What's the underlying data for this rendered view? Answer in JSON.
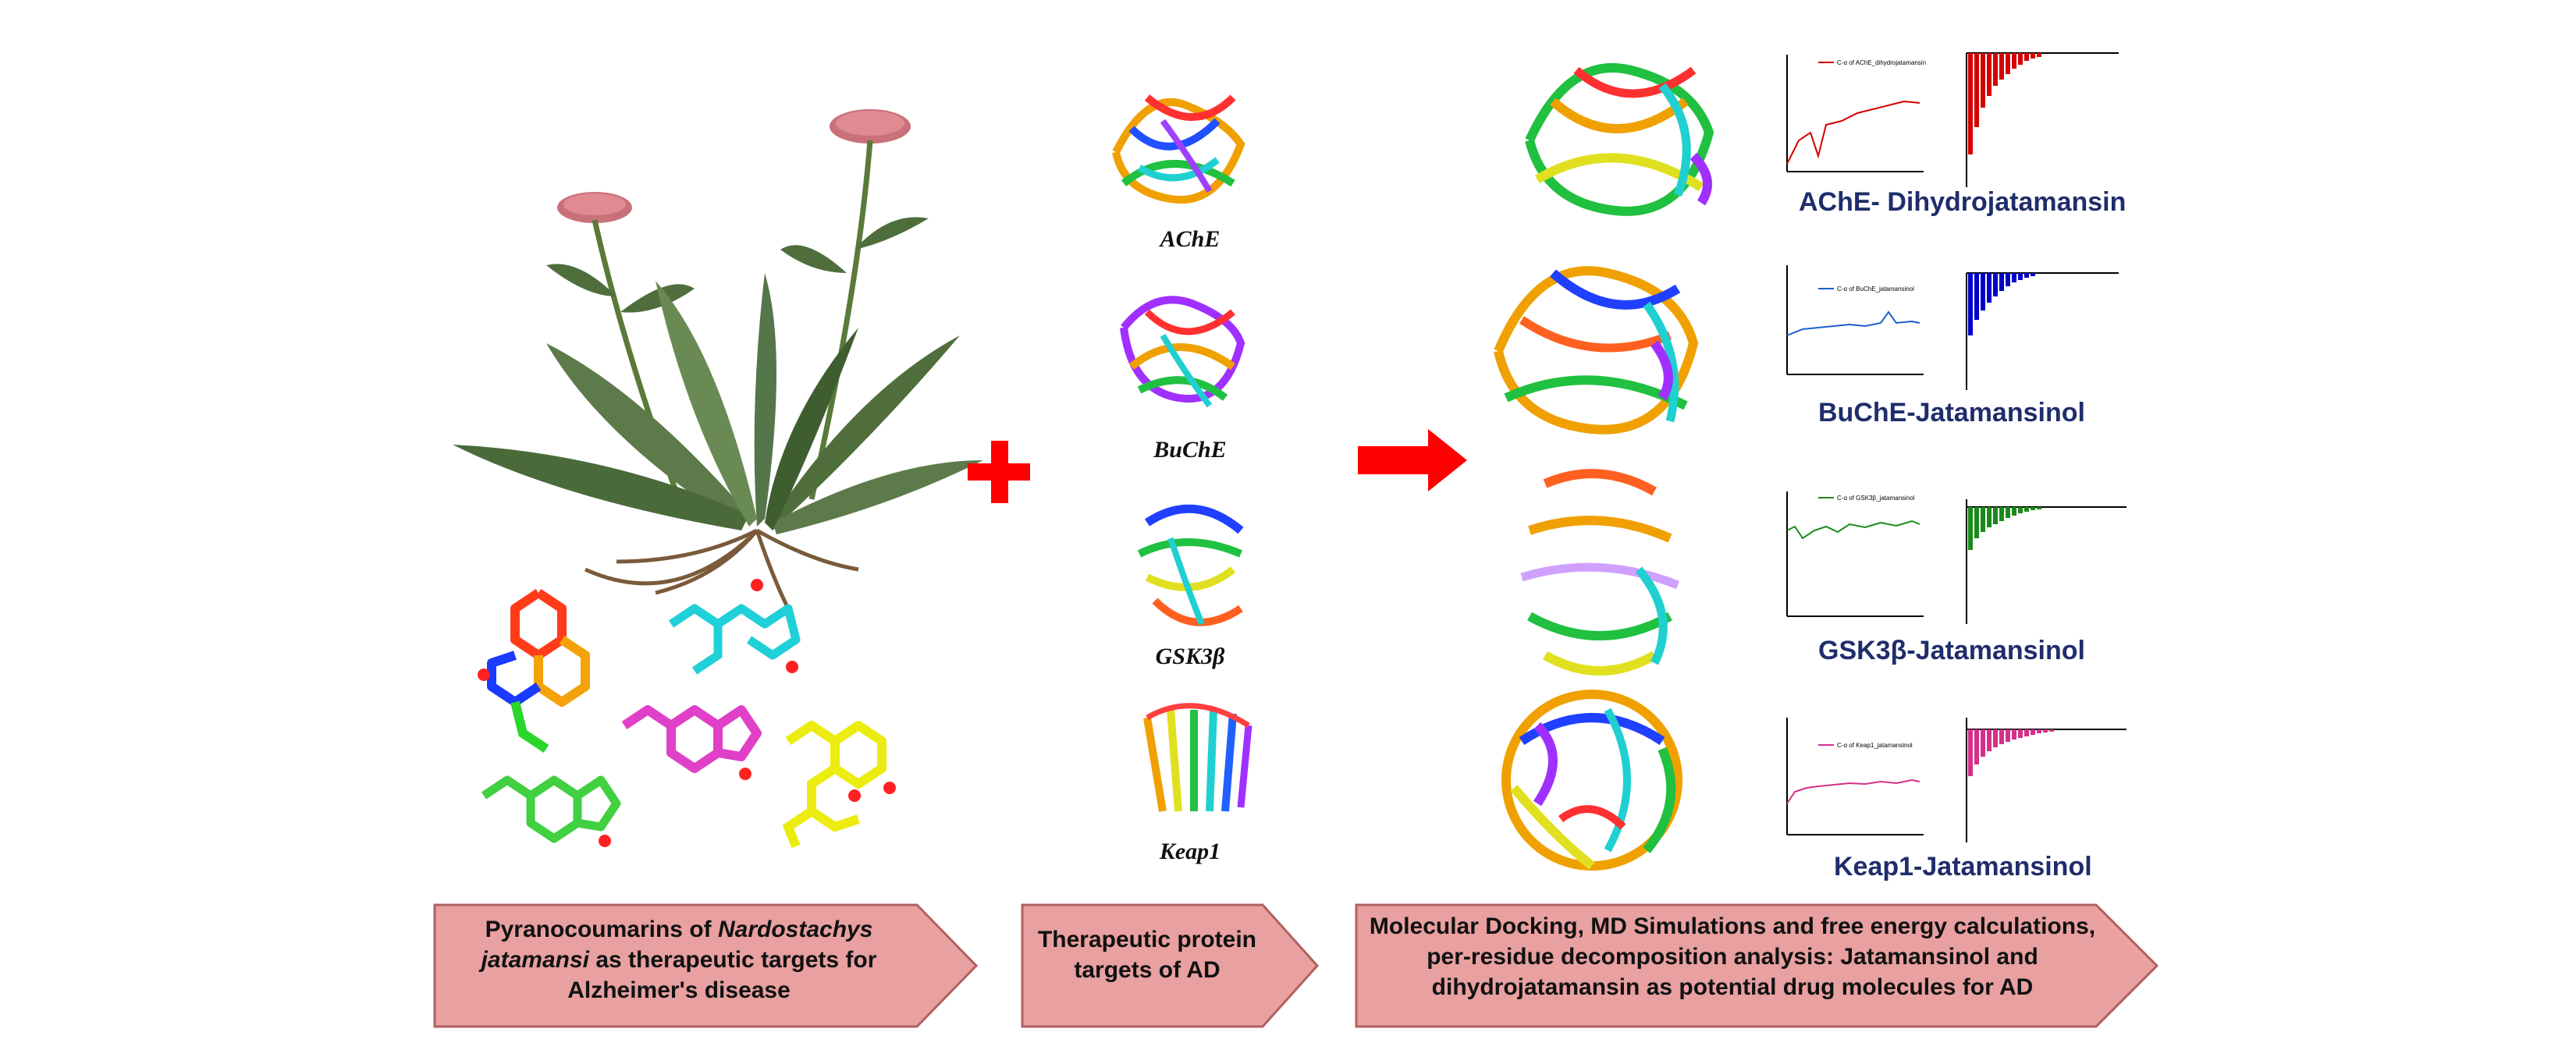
{
  "proteins": [
    {
      "label": "AChE",
      "color": "#d63a2a"
    },
    {
      "label": "BuChE",
      "color": "#2a3ad6"
    },
    {
      "label": "GSK3β",
      "color": "#2a9a2a"
    },
    {
      "label": "Keap1",
      "color": "#d6409a"
    }
  ],
  "complexes": [
    {
      "label": "AChE- Dihydrojatamansin",
      "color": "#d40000",
      "legend": "C-α of AChE_dihydrojatamansin"
    },
    {
      "label": "BuChE-Jatamansinol",
      "color": "#0000c8",
      "legend": "C-α of BuChE_jatamansinol"
    },
    {
      "label": "GSK3β-Jatamansinol",
      "color": "#1a8a1a",
      "legend": "C-α of GSK3β_jatamansinol"
    },
    {
      "label": "Keap1-Jatamansinol",
      "color": "#d4308a",
      "legend": "C-α of Keap1_jatamansinol"
    }
  ],
  "steps": [
    {
      "pre": "Pyranocoumarins of ",
      "em": "Nardostachys jatamansi",
      "post": " as therapeutic targets for Alzheimer's disease"
    },
    {
      "text": "Therapeutic protein targets of  AD"
    },
    {
      "text": "Molecular Docking, MD Simulations and free energy calculations, per-residue decomposition analysis: Jatamansinol and dihydrojatamansin as potential drug molecules for AD"
    }
  ],
  "colors": {
    "arrow_fill": "#e8a0a0",
    "arrow_stroke": "#b06060",
    "plus": "#ff0000",
    "big_arrow": "#ff0000",
    "label_navy": "#1f2d6b"
  }
}
